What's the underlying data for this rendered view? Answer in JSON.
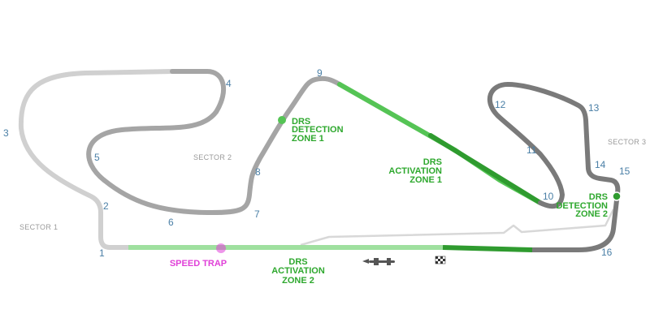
{
  "colors": {
    "sector1": "#d0d0d0",
    "sector2": "#a5a5a5",
    "sector3": "#7a7a7a",
    "drs_zone": "#55c455",
    "drs_zone_dark": "#2f9b2f",
    "drs_text": "#2ea82e",
    "turn_text": "#4a7fa6",
    "speed_trap": "#e040d8"
  },
  "turns": [
    "1",
    "2",
    "3",
    "4",
    "5",
    "6",
    "7",
    "8",
    "9",
    "10",
    "11",
    "12",
    "13",
    "14",
    "15",
    "16"
  ],
  "sectors": [
    "SECTOR 1",
    "SECTOR 2",
    "SECTOR 3"
  ],
  "drs": {
    "detection1": [
      "DRS",
      "DETECTION",
      "ZONE 1"
    ],
    "activation1": [
      "DRS",
      "ACTIVATION",
      "ZONE 1"
    ],
    "detection2": [
      "DRS",
      "DETECTION",
      "ZONE 2"
    ],
    "activation2": [
      "DRS",
      "ACTIVATION",
      "ZONE 2"
    ]
  },
  "speed_trap": "SPEED TRAP",
  "icons": {
    "start_finish": "checkered-flag-icon",
    "car": "car-icon"
  }
}
